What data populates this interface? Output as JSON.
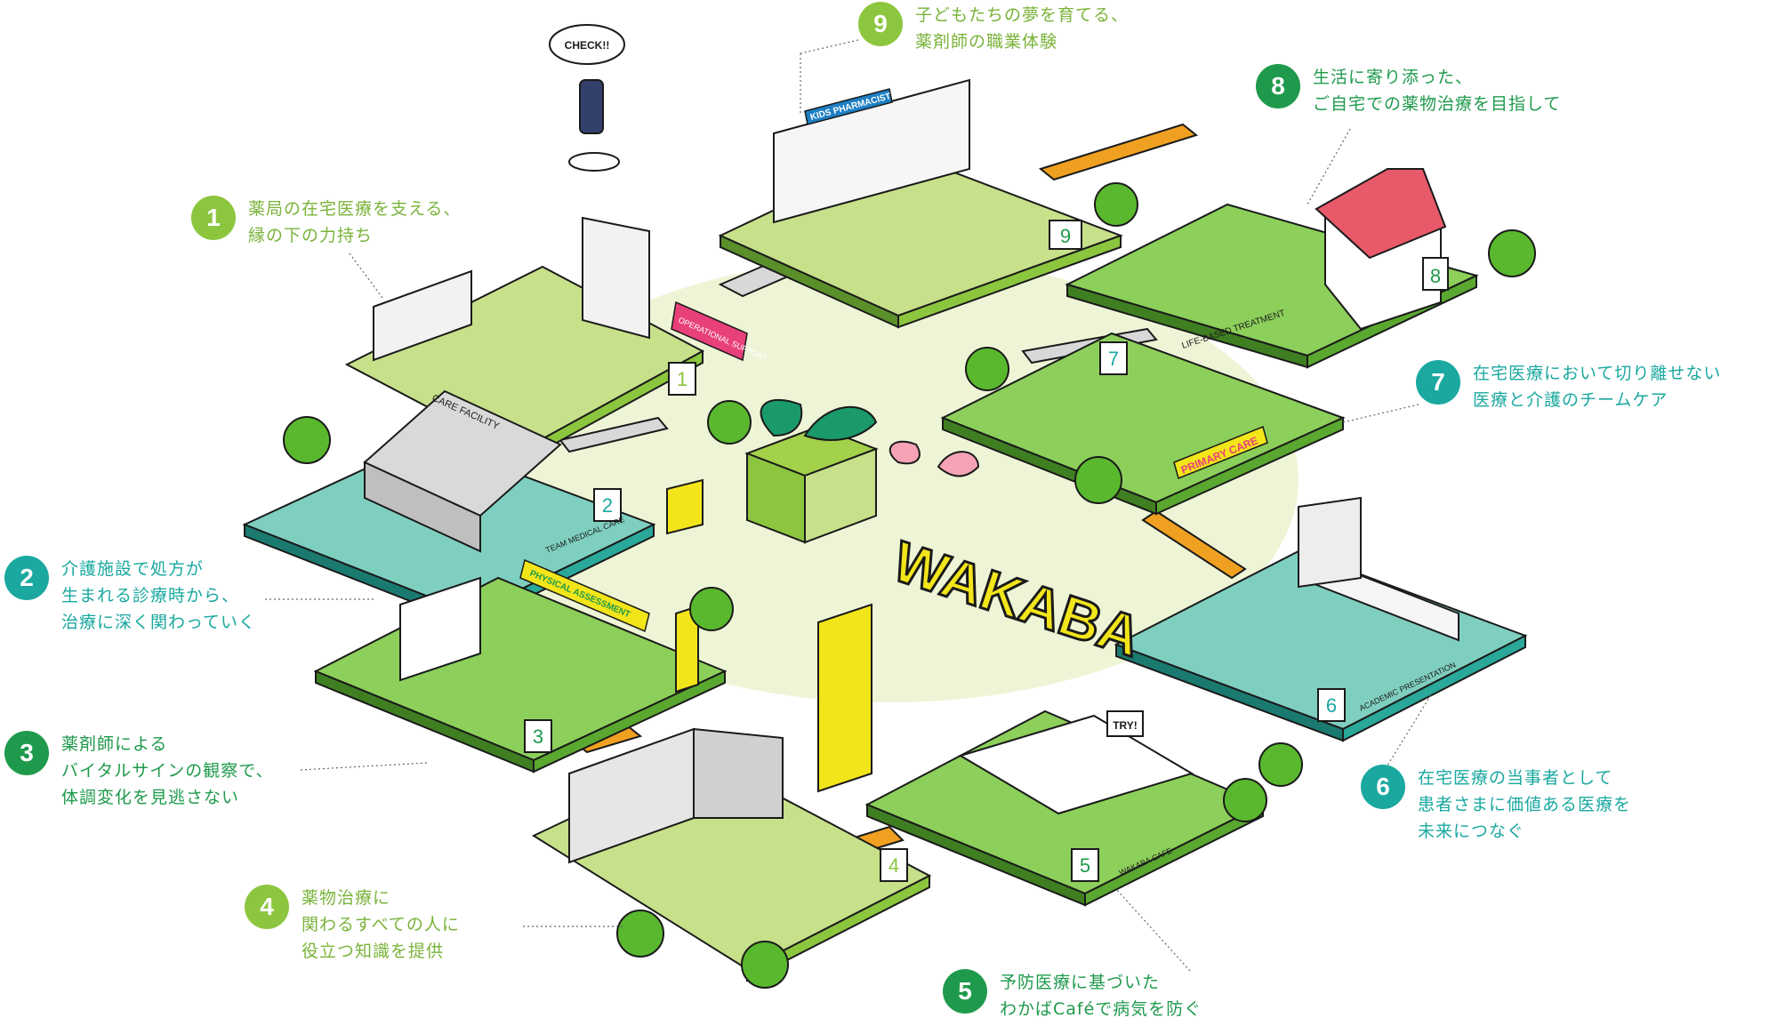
{
  "brand": {
    "logo_text": "WAKABA"
  },
  "colors": {
    "green_dark": "#1f9a4c",
    "green_light": "#8cc63f",
    "teal": "#1aa8a0",
    "lime_tile": "#c7e08a",
    "grass": "#8ccf5a",
    "teal_tile": "#7fcfc0",
    "yellow": "#f2e51a",
    "ink": "#1a1a1a"
  },
  "callouts": [
    {
      "num": "1",
      "line1": "薬局の在宅医療を支える、",
      "line2": "縁の下の力持ち",
      "line3": ""
    },
    {
      "num": "2",
      "line1": "介護施設で処方が",
      "line2": "生まれる診療時から、",
      "line3": "治療に深く関わっていく"
    },
    {
      "num": "3",
      "line1": "薬剤師による",
      "line2": "バイタルサインの観察で、",
      "line3": "体調変化を見逃さない"
    },
    {
      "num": "4",
      "line1": "薬物治療に",
      "line2": "関わるすべての人に",
      "line3": "役立つ知識を提供"
    },
    {
      "num": "5",
      "line1": "予防医療に基づいた",
      "line2": "わかばCaféで病気を防ぐ",
      "line3": ""
    },
    {
      "num": "6",
      "line1": "在宅医療の当事者として",
      "line2": "患者さまに価値ある医療を",
      "line3": "未来につなぐ"
    },
    {
      "num": "7",
      "line1": "在宅医療において切り離せない",
      "line2": "医療と介護のチームケア",
      "line3": ""
    },
    {
      "num": "8",
      "line1": "生活に寄り添った、",
      "line2": "ご自宅での薬物治療を目指して",
      "line3": ""
    },
    {
      "num": "9",
      "line1": "子どもたちの夢を育てる、",
      "line2": "薬剤師の職業体験",
      "line3": ""
    }
  ],
  "signs": {
    "kids_pharmacist": "KIDS PHARMACIST",
    "operational_support": "OPERATIONAL SUPPORT",
    "care_facility": "CARE FACILITY",
    "team_medical_care": "TEAM MEDICAL CARE",
    "physical_assessment": "PHYSICAL ASSESSMENT",
    "life_based_treatment": "LIFE-BASED TREATMENT",
    "primary_care": "PRIMARY CARE",
    "academic_presentation": "ACADEMIC PRESENTATION",
    "wakaba_cafe": "WAKABA CAFE",
    "try": "TRY!",
    "check": "CHECK!!"
  },
  "tile_numbers": [
    "1",
    "2",
    "3",
    "4",
    "5",
    "6",
    "7",
    "8",
    "9"
  ]
}
